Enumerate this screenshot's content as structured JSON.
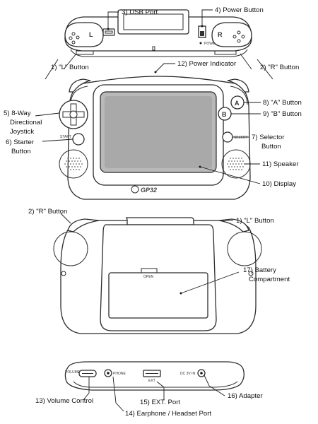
{
  "labels": {
    "usb_port": "3) USB Port",
    "power_button": "4) Power Button",
    "l_button": "1) \"L\" Button",
    "r_button": "2) \"R\" Button",
    "power_indicator": "12) Power Indicator",
    "a_button": "8) \"A\" Button",
    "b_button": "9) \"B\" Button",
    "joystick": [
      "5) 8-Way",
      "Directional",
      "Joystick"
    ],
    "starter_button": [
      "6) Starter",
      "Button"
    ],
    "selector_button": [
      "7) Selector",
      "Button"
    ],
    "speaker": "11) Speaker",
    "display": "10) Display",
    "back_r_button": "2) \"R\" Button",
    "back_l_button": "1) \"L\" Button",
    "battery": [
      "17) Battery",
      "Compartment"
    ],
    "volume_control": "13) Volume Control",
    "ext_port": "15) EXT. Port",
    "adapter": "16) Adapter",
    "earphone_port": "14) Earphone / Headset Port"
  },
  "device_text": {
    "top_l": "L",
    "top_r": "R",
    "power": "POWER",
    "button_a": "A",
    "button_b": "B",
    "start": "START",
    "select": "SELECT",
    "logo": "GP32",
    "open": "OPEN",
    "volume": "VOLUME",
    "phone": "PHONE",
    "ext": "EXT",
    "dc": "DC 3V IN"
  }
}
